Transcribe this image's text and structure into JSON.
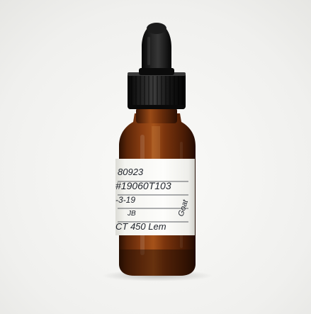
{
  "photo": {
    "background_color": "#f1f1ef",
    "bottle_glass_color": "#6a2f0c",
    "cap_color": "#141414",
    "label_color": "#fbfbf8",
    "ink_color": "#20242c"
  },
  "label": {
    "line1": "80923",
    "line2": "#19060T103",
    "line3": "-3-19",
    "line4": "JB",
    "line5": "CT 450 Lem",
    "side_note": "Goat"
  }
}
